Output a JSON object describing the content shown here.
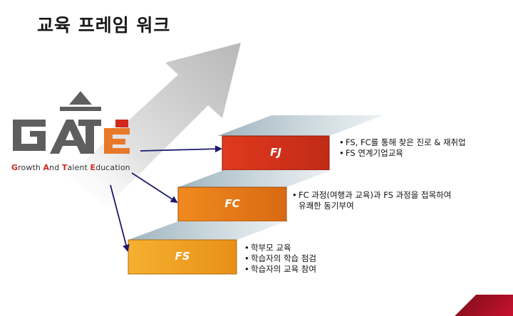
{
  "title": "교육 프레임 워크",
  "logo": {
    "tagline_parts": [
      {
        "cap": "G",
        "rest": "rowth "
      },
      {
        "cap": "A",
        "rest": "nd "
      },
      {
        "cap": "T",
        "rest": "alent "
      },
      {
        "cap": "E",
        "rest": "ducation"
      }
    ],
    "colors": {
      "gray": "#5e5e5e",
      "red": "#d0281c",
      "orange": "#e8782a"
    }
  },
  "steps": [
    {
      "label": "FJ",
      "items": [
        "FS, FC를 통해 찾은 진로 & 재취업",
        "FS 연계기업교육"
      ]
    },
    {
      "label": "FC",
      "items": [
        "FC 과정(여행과 교육)과 FS 과정을  접목하여",
        "유쾌한 동기부여"
      ],
      "bullets": [
        true,
        false
      ]
    },
    {
      "label": "FS",
      "items": [
        "학부모 교육",
        "학습자의 학습 점검",
        "학습자의 교육 참여"
      ]
    }
  ]
}
